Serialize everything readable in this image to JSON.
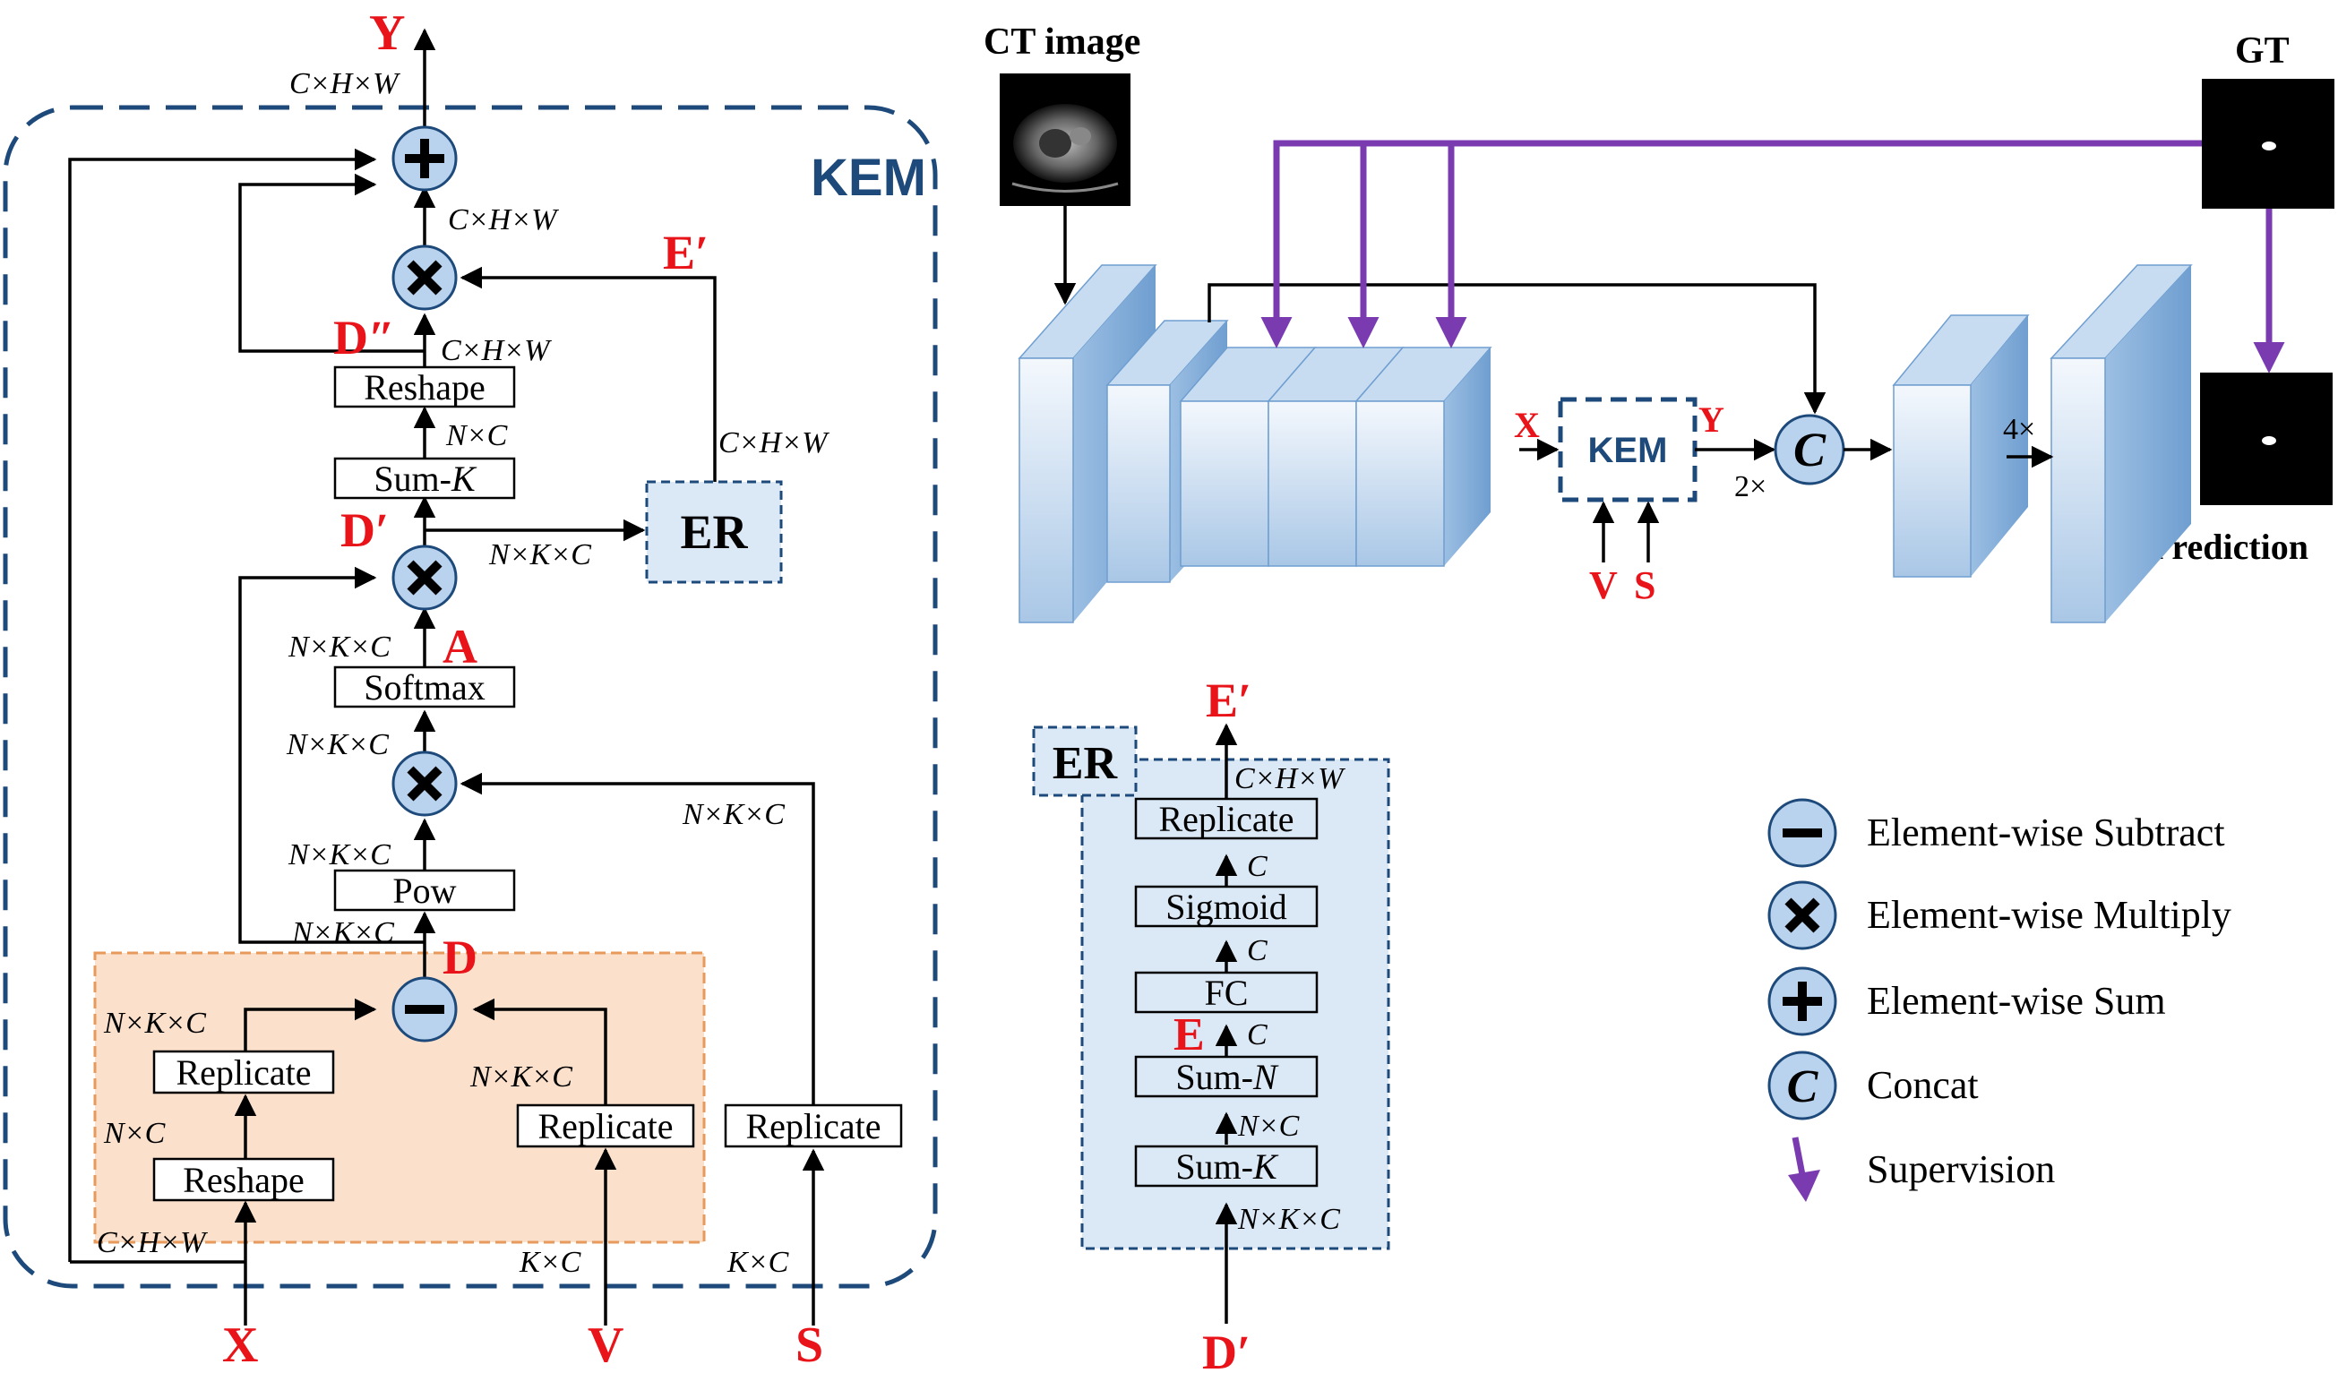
{
  "colors": {
    "red_label": "#e8141a",
    "navy_border": "#1d4a7a",
    "purple_supervision": "#7a3bb0",
    "op_circle_fill": "#b9d3ee",
    "orange_region": "#fbe0cb",
    "er_fill": "#dbe8f6"
  },
  "kem": {
    "title": "KEM",
    "inputs": {
      "x": "X",
      "v": "V",
      "s": "S"
    },
    "output": "Y",
    "labels": {
      "D": "D",
      "A": "A",
      "D_prime": "D′",
      "D_double": "D″",
      "E_prime": "E′"
    },
    "boxes": {
      "reshape_top": "Reshape",
      "sum_k": "Sum-",
      "sum_k_var": "K",
      "softmax": "Softmax",
      "pow": "Pow",
      "replicate_x": "Replicate",
      "reshape_x": "Reshape",
      "replicate_v": "Replicate",
      "replicate_s": "Replicate",
      "er": "ER"
    },
    "dims": {
      "out_chw": "C×H×W",
      "mul_top_chw": "C×H×W",
      "reshape_out_chw": "C×H×W",
      "er_out_chw": "C×H×W",
      "sum_nc": "N×C",
      "dprime_nkc": "N×K×C",
      "a_nkc": "N×K×C",
      "softmax_in_nkc": "N×K×C",
      "s_nkc": "N×K×C",
      "pow_in_nkc": "N×K×C",
      "d_nkc": "N×K×C",
      "rep_x_nkc": "N×K×C",
      "rep_v_nkc": "N×K×C",
      "reshape_x_nc": "N×C",
      "x_chw": "C×H×W",
      "v_kc": "K×C",
      "s_kc": "K×C"
    }
  },
  "network": {
    "ct_label": "CT image",
    "gt_label": "GT",
    "prediction_label": "Prediction",
    "kem_label": "KEM",
    "x": "X",
    "y": "Y",
    "v": "V",
    "s": "S",
    "concat_symbol": "C",
    "up2": "2×",
    "up4": "4×"
  },
  "er_detail": {
    "title": "ER",
    "output": "E′",
    "input": "D′",
    "e_label": "E",
    "boxes": {
      "replicate": "Replicate",
      "sigmoid": "Sigmoid",
      "fc": "FC",
      "sum_n": "Sum-",
      "sum_n_var": "N",
      "sum_k": "Sum-",
      "sum_k_var": "K"
    },
    "dims": {
      "out_chw": "C×H×W",
      "c1": "C",
      "c2": "C",
      "c3": "C",
      "nc": "N×C",
      "nkc": "N×K×C"
    }
  },
  "legend": [
    {
      "icon": "minus-icon",
      "label": "Element-wise Subtract"
    },
    {
      "icon": "multiply-icon",
      "label": "Element-wise Multiply"
    },
    {
      "icon": "plus-icon",
      "label": "Element-wise Sum"
    },
    {
      "icon": "concat-icon",
      "label": "Concat"
    },
    {
      "icon": "supervision-arrow-icon",
      "label": "Supervision"
    }
  ]
}
